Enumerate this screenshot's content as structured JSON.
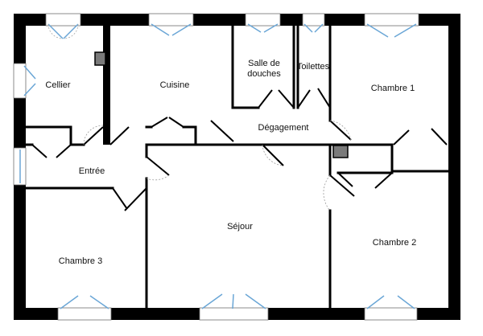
{
  "rooms": {
    "cellier": "Cellier",
    "cuisine": "Cuisine",
    "salle_de_douches_line1": "Salle de",
    "salle_de_douches_line2": "douches",
    "toilettes": "Toilettes",
    "chambre_1": "Chambre 1",
    "degagement": "Dégagement",
    "entree": "Entrée",
    "sejour": "Séjour",
    "chambre_2": "Chambre 2",
    "chambre_3": "Chambre 3"
  },
  "colors": {
    "wall": "#000000",
    "window_glass": "#6aa6d6",
    "shaft": "#7a7a7a",
    "background": "#ffffff"
  }
}
